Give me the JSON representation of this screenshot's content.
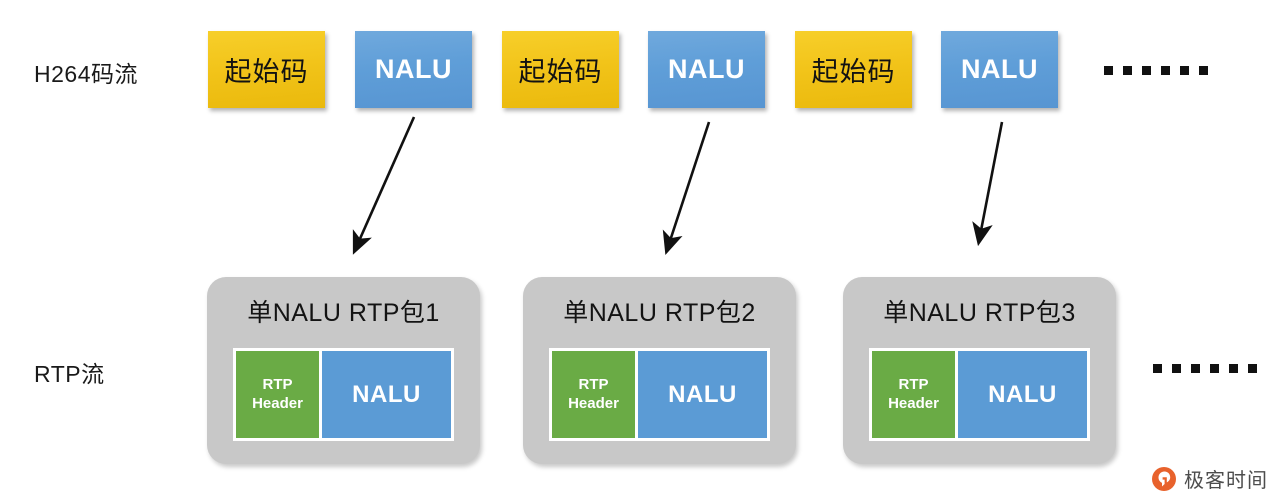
{
  "diagram": {
    "rows": {
      "h264_label": "H264码流",
      "rtp_label": "RTP流"
    },
    "h264_stream": {
      "blocks": [
        {
          "type": "start-code",
          "label": "起始码"
        },
        {
          "type": "nalu",
          "label": "NALU"
        },
        {
          "type": "start-code",
          "label": "起始码"
        },
        {
          "type": "nalu",
          "label": "NALU"
        },
        {
          "type": "start-code",
          "label": "起始码"
        },
        {
          "type": "nalu",
          "label": "NALU"
        }
      ],
      "continuation": "……"
    },
    "rtp_stream": {
      "packets": [
        {
          "title": "单NALU RTP包1",
          "header_line1": "RTP",
          "header_line2": "Header",
          "payload": "NALU"
        },
        {
          "title": "单NALU RTP包2",
          "header_line1": "RTP",
          "header_line2": "Header",
          "payload": "NALU"
        },
        {
          "title": "单NALU RTP包3",
          "header_line1": "RTP",
          "header_line2": "Header",
          "payload": "NALU"
        }
      ],
      "continuation": "……"
    },
    "arrows": [
      {
        "from": "nalu-1",
        "to": "rtp-packet-1"
      },
      {
        "from": "nalu-2",
        "to": "rtp-packet-2"
      },
      {
        "from": "nalu-3",
        "to": "rtp-packet-3"
      }
    ],
    "colors": {
      "start_code": "#f2c41a",
      "nalu": "#5b9bd5",
      "rtp_header": "#6aab45",
      "packet_container": "#c8c8c8",
      "arrow": "#111111",
      "watermark": "#e8622c"
    }
  },
  "watermark": {
    "text": "极客时间",
    "icon": "geekbang-logo-icon"
  }
}
